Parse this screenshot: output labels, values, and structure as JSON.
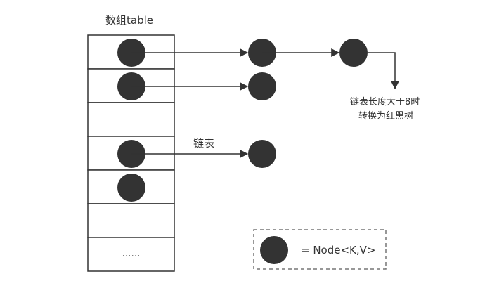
{
  "array_title": "数组table",
  "ellipsis": "……",
  "chain_label": "链表",
  "treeify_note": [
    "链表长度大于8时",
    "转换为红黑树"
  ],
  "legend_text": "= Node<K,V>",
  "colors": {
    "node": "#333333",
    "line": "#333333",
    "legend_border": "#777777"
  },
  "buckets": [
    {
      "has_node": true,
      "chain": 2
    },
    {
      "has_node": true,
      "chain": 1
    },
    {
      "has_node": false,
      "chain": 0
    },
    {
      "has_node": true,
      "chain": 1
    },
    {
      "has_node": true,
      "chain": 0
    },
    {
      "has_node": false,
      "chain": 0
    },
    {
      "has_node": false,
      "chain": 0,
      "ellipsis": true
    }
  ]
}
